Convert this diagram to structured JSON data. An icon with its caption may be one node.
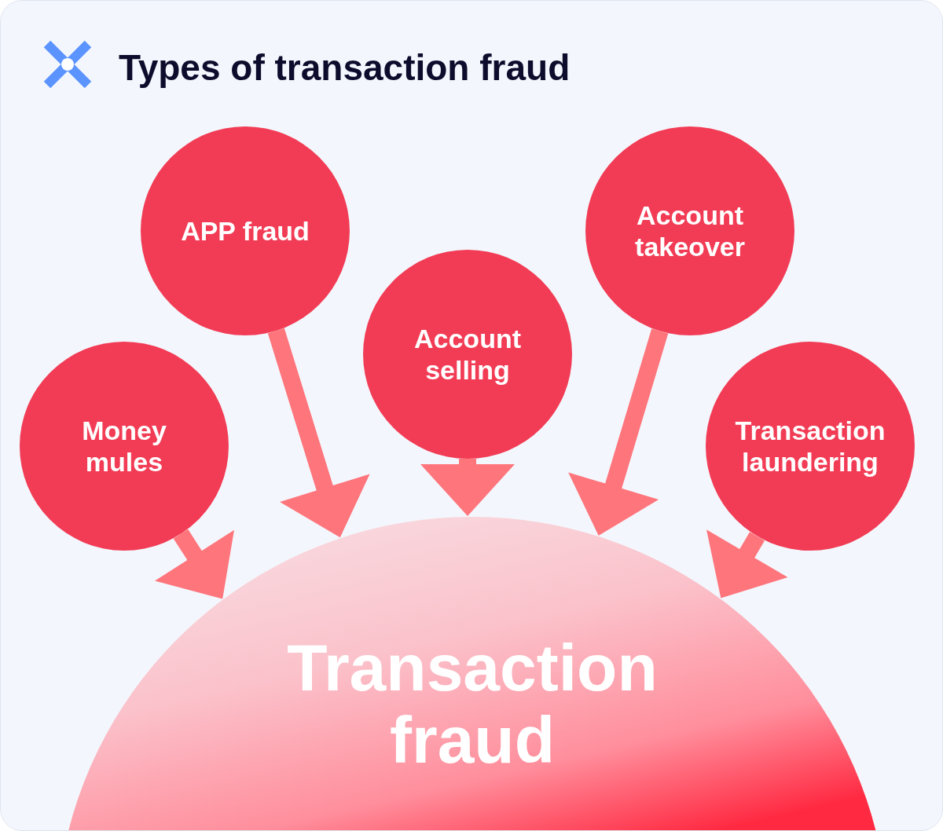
{
  "diagram": {
    "title": "Types of transaction fraud",
    "nodes": [
      {
        "text": [
          "APP fraud"
        ]
      },
      {
        "text": [
          "Account takeover"
        ]
      },
      {
        "text": [
          "Account selling"
        ]
      },
      {
        "text": [
          "Money mules"
        ]
      },
      {
        "text": [
          "Transaction laundering"
        ]
      },
      {
        "text": [
          "Transaction fraud"
        ]
      }
    ],
    "edges": [
      {
        "from": 0,
        "to": 5,
        "arrow": "to"
      },
      {
        "from": 1,
        "to": 5,
        "arrow": "to"
      },
      {
        "from": 2,
        "to": 5,
        "arrow": "to"
      },
      {
        "from": 3,
        "to": 5,
        "arrow": "to"
      },
      {
        "from": 4,
        "to": 5,
        "arrow": "to"
      }
    ]
  }
}
